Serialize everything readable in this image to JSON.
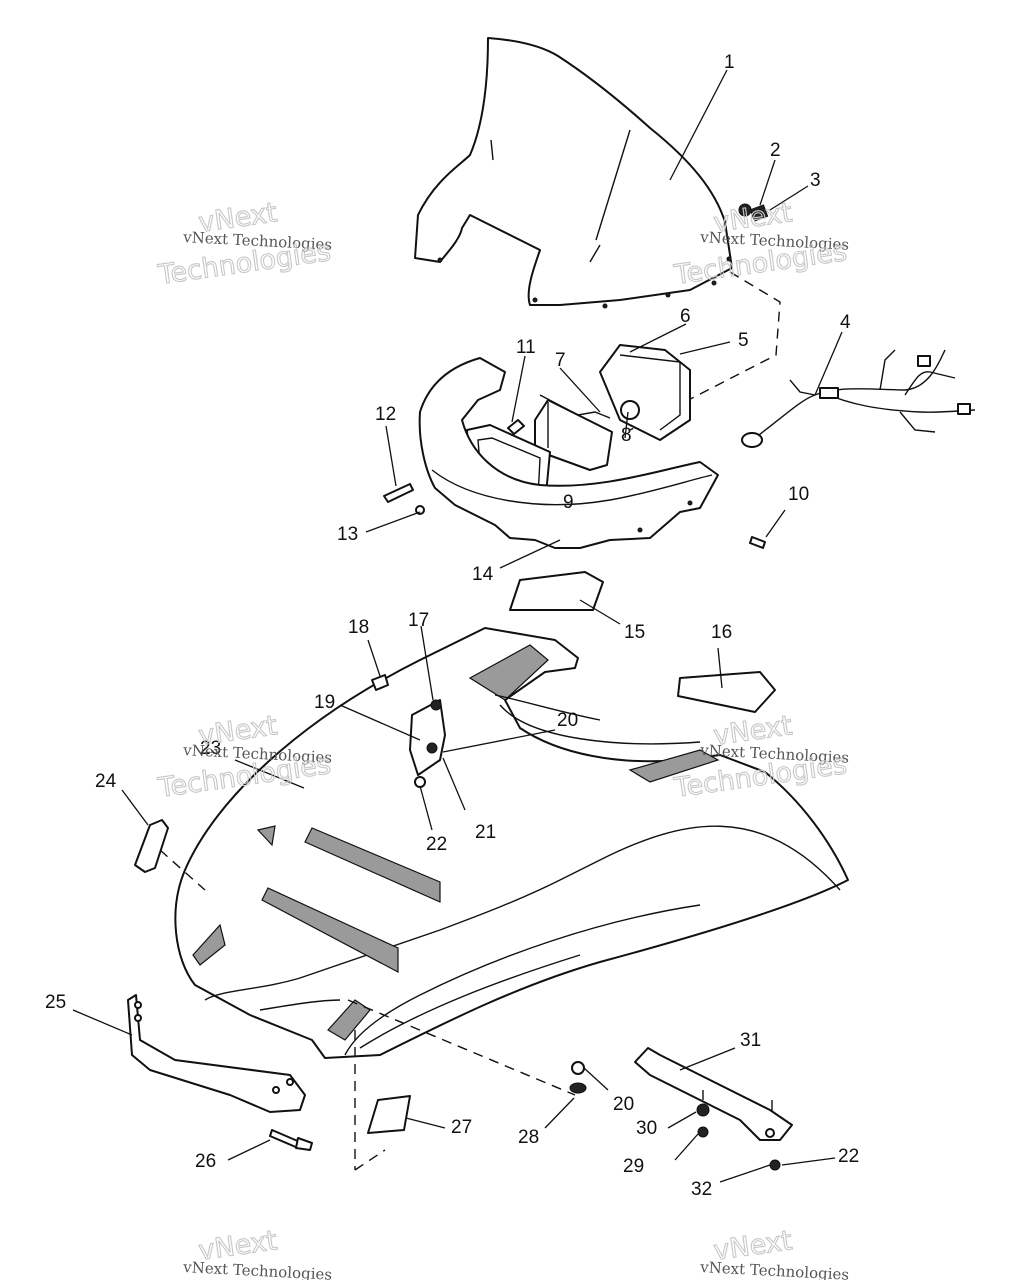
{
  "callouts": [
    "1",
    "2",
    "3",
    "4",
    "5",
    "6",
    "7",
    "8",
    "9",
    "10",
    "11",
    "12",
    "13",
    "14",
    "15",
    "16",
    "17",
    "18",
    "19",
    "20",
    "20",
    "21",
    "22",
    "22",
    "23",
    "24",
    "25",
    "26",
    "27",
    "28",
    "29",
    "30",
    "31",
    "32"
  ],
  "watermark": {
    "line1": "vNext",
    "line2": "vNext Technologies",
    "line3": "Technologies"
  }
}
